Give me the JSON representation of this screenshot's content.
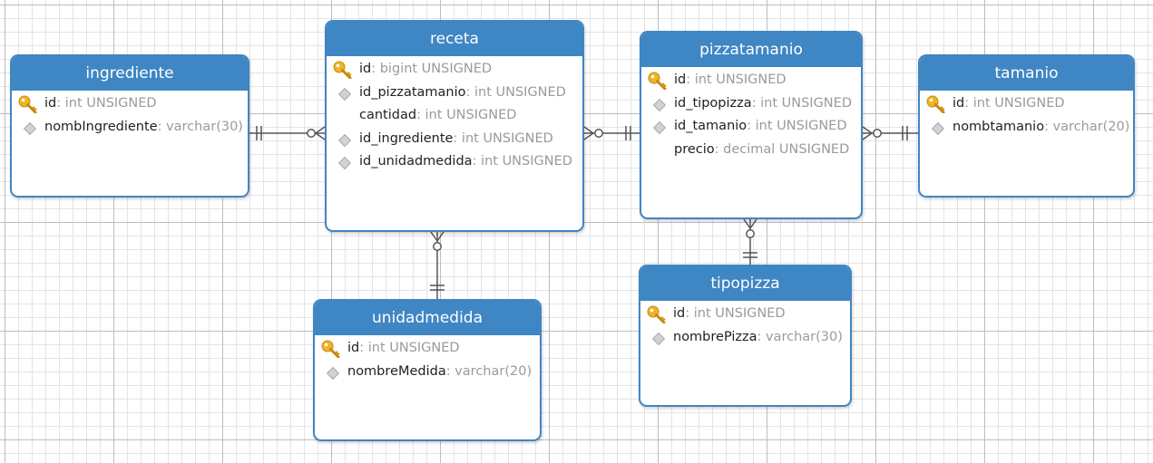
{
  "entities": {
    "ingrediente": {
      "title": "ingrediente",
      "attributes": [
        {
          "key": "pk",
          "name": "id",
          "type": ": int UNSIGNED"
        },
        {
          "key": "fk",
          "name": "nombIngrediente",
          "type": ": varchar(30)"
        }
      ]
    },
    "receta": {
      "title": "receta",
      "attributes": [
        {
          "key": "pk",
          "name": "id",
          "type": ": bigint UNSIGNED"
        },
        {
          "key": "fk",
          "name": "id_pizzatamanio",
          "type": ": int UNSIGNED"
        },
        {
          "key": "none",
          "name": "cantidad",
          "type": ": int UNSIGNED"
        },
        {
          "key": "fk",
          "name": "id_ingrediente",
          "type": ": int UNSIGNED"
        },
        {
          "key": "fk",
          "name": "id_unidadmedida",
          "type": ": int UNSIGNED"
        }
      ]
    },
    "pizzatamanio": {
      "title": "pizzatamanio",
      "attributes": [
        {
          "key": "pk",
          "name": "id",
          "type": ": int UNSIGNED"
        },
        {
          "key": "fk",
          "name": "id_tipopizza",
          "type": ": int UNSIGNED"
        },
        {
          "key": "fk",
          "name": "id_tamanio",
          "type": ": int UNSIGNED"
        },
        {
          "key": "none",
          "name": "precio",
          "type": ": decimal UNSIGNED"
        }
      ]
    },
    "tamanio": {
      "title": "tamanio",
      "attributes": [
        {
          "key": "pk",
          "name": "id",
          "type": ": int UNSIGNED"
        },
        {
          "key": "fk",
          "name": "nombtamanio",
          "type": ": varchar(20)"
        }
      ]
    },
    "unidadmedida": {
      "title": "unidadmedida",
      "attributes": [
        {
          "key": "pk",
          "name": "id",
          "type": ": int UNSIGNED"
        },
        {
          "key": "fk",
          "name": "nombreMedida",
          "type": ": varchar(20)"
        }
      ]
    },
    "tipopizza": {
      "title": "tipopizza",
      "attributes": [
        {
          "key": "pk",
          "name": "id",
          "type": ": int UNSIGNED"
        },
        {
          "key": "fk",
          "name": "nombrePizza",
          "type": ": varchar(30)"
        }
      ]
    }
  },
  "relationships": [
    {
      "from": "ingrediente",
      "to": "receta",
      "from_cardinality": "one-and-only-one",
      "to_cardinality": "zero-or-many"
    },
    {
      "from": "receta",
      "to": "pizzatamanio",
      "from_cardinality": "zero-or-many",
      "to_cardinality": "one-and-only-one"
    },
    {
      "from": "pizzatamanio",
      "to": "tamanio",
      "from_cardinality": "zero-or-many",
      "to_cardinality": "one-and-only-one"
    },
    {
      "from": "receta",
      "to": "unidadmedida",
      "from_cardinality": "zero-or-many",
      "to_cardinality": "one-and-only-one"
    },
    {
      "from": "pizzatamanio",
      "to": "tipopizza",
      "from_cardinality": "zero-or-many",
      "to_cardinality": "one-and-only-one"
    }
  ],
  "colors": {
    "header": "#3f86c4",
    "border": "#3f86c4",
    "connector": "#555555",
    "attribute_name": "#1f1f1f",
    "attribute_type": "#9a9a9a",
    "primary_key_icon": "#f0b429",
    "foreign_key_icon": "#d2d2d2"
  },
  "icons": {
    "pk": "key-icon",
    "fk": "diamond-icon"
  }
}
